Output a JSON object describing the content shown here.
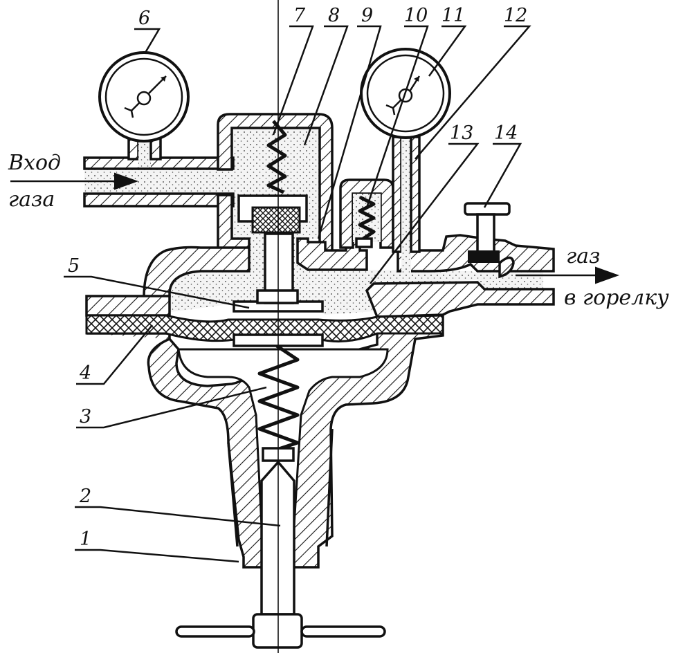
{
  "labels": {
    "inlet_line1": "Вход",
    "inlet_line2": "газа",
    "outlet_line1": "газ",
    "outlet_line2": "в горелку"
  },
  "part_numbers": [
    "1",
    "2",
    "3",
    "4",
    "5",
    "6",
    "7",
    "8",
    "9",
    "10",
    "11",
    "12",
    "13",
    "14"
  ]
}
